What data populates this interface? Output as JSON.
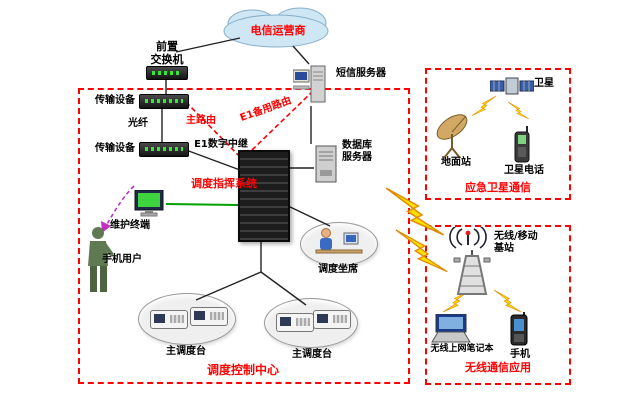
{
  "diagram": {
    "cloud": "电信运营商",
    "front_switch": "前置\n交换机",
    "transmission_1": "传输设备",
    "transmission_2": "传输设备",
    "fiber": "光纤",
    "main_route": "主路由",
    "e1_backup_route": "E1备用路由",
    "e1_digital_trunk": "E1数字中继",
    "dispatch_command_system": "调度指挥系统",
    "sms_server": "短信服务器",
    "database_server": "数据库\n服务器",
    "maintenance_terminal": "维护终端",
    "mobile_phone_user": "手机用户",
    "dispatch_seat": "调度坐席",
    "main_dispatch_console_1": "主调度台",
    "main_dispatch_console_2": "主调度台",
    "dispatch_control_center": "调度控制中心",
    "satellite": "卫星",
    "ground_station": "地面站",
    "satellite_phone": "卫星电话",
    "emergency_satellite_comm": "应急卫星通信",
    "wireless_mobile_base": "无线/移动\n基站",
    "wireless_laptop": "无线上网笔记本",
    "mobile_phone": "手机",
    "wireless_comm_app": "无线通信应用"
  },
  "colors": {
    "box_border": "#ff0000",
    "red_text": "#ff0000",
    "cloud_fill": "#cfe6f4",
    "lightning": "#ffdf00",
    "green_link": "#00a000",
    "purple_link": "#c030c0"
  }
}
